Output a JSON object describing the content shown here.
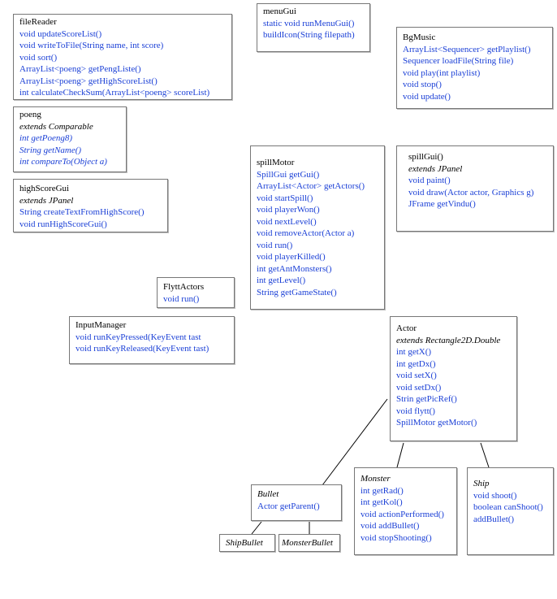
{
  "colors": {
    "method": "#1a3fd6",
    "text": "#000000",
    "border": "#777777"
  },
  "classes": {
    "fileReader": {
      "title": "fileReader",
      "methods": [
        "void updateScoreList()",
        "void writeToFile(String name, int score)",
        "void sort()",
        "ArrayList<poeng> getPengListe()",
        "ArrayList<poeng> getHighScoreList()",
        "int calculateCheckSum(ArrayList<poeng> scoreList)"
      ]
    },
    "menuGui": {
      "title": "menuGui",
      "methods": [
        "static void runMenuGui()",
        "buildIcon(String filepath)"
      ]
    },
    "bgMusic": {
      "title": "BgMusic",
      "methods": [
        "ArrayList<Sequencer> getPlaylist()",
        "Sequencer loadFile(String file)",
        "void play(int playlist)",
        "void stop()",
        "void update()"
      ]
    },
    "poeng": {
      "title": "poeng",
      "extends": "extends Comparable",
      "methods": [
        "int getPoeng8)",
        "String getName()",
        "int compareTo(Object a)"
      ]
    },
    "highScoreGui": {
      "title": "highScoreGui",
      "extends": "extends JPanel",
      "methods": [
        "String createTextFromHighScore()",
        "void runHighScoreGui()"
      ]
    },
    "spillMotor": {
      "title": "spillMotor",
      "methods": [
        "SpillGui getGui()",
        "ArrayList<Actor> getActors()",
        "void startSpill()",
        "void playerWon()",
        "void nextLevel()",
        "void removeActor(Actor a)",
        "void run()",
        "void playerKilled()",
        "int getAntMonsters()",
        "int getLevel()",
        "String getGameState()"
      ]
    },
    "spillGui": {
      "title": "spillGui()",
      "extends": "extends JPanel",
      "methods": [
        "void paint()",
        "void draw(Actor actor, Graphics g)",
        "JFrame getVindu()"
      ]
    },
    "flyttActors": {
      "title": "FlyttActors",
      "methods": [
        "void run()"
      ]
    },
    "inputManager": {
      "title": "InputManager",
      "methods": [
        "void runKeyPressed(KeyEvent tast",
        "void runKeyReleased(KeyEvent tast)"
      ]
    },
    "actor": {
      "title": "Actor",
      "extends": "extends Rectangle2D.Double",
      "methods": [
        "int getX()",
        "int getDx()",
        "void setX()",
        "void setDx()",
        "Strin getPicRef()",
        "void flytt()",
        "SpillMotor getMotor()"
      ]
    },
    "bullet": {
      "title": "Bullet",
      "methods": [
        "Actor getParent()"
      ]
    },
    "monster": {
      "title": "Monster",
      "methods": [
        "int getRad()",
        "int getKol()",
        "void actionPerformed()",
        "void addBullet()",
        "void stopShooting()"
      ]
    },
    "ship": {
      "title": "Ship",
      "methods": [
        "void shoot()",
        "boolean canShoot()",
        "addBullet()"
      ]
    },
    "shipBullet": {
      "title": "ShipBullet"
    },
    "monsterBullet": {
      "title": "MonsterBullet"
    }
  }
}
